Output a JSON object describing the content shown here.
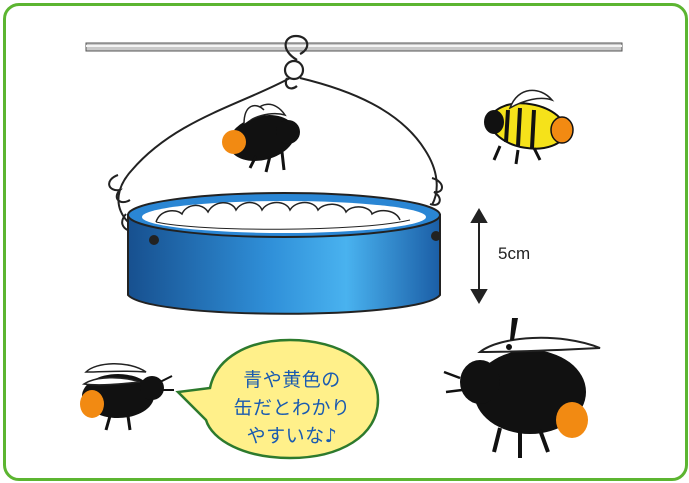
{
  "illustration": {
    "dimension_label": "5cm",
    "speech_bubble_lines": [
      "青や黄色の",
      "缶だとわかり",
      "やすいな♪"
    ]
  },
  "colors": {
    "frame": "#5cb531",
    "can_blue": "#1e73c4",
    "can_highlight": "#3aa0e6",
    "bubble_fill": "#fff08a",
    "bubble_text": "#1a5bb0",
    "bee_yellow": "#f5e21a",
    "bee_orange": "#f28a12"
  }
}
